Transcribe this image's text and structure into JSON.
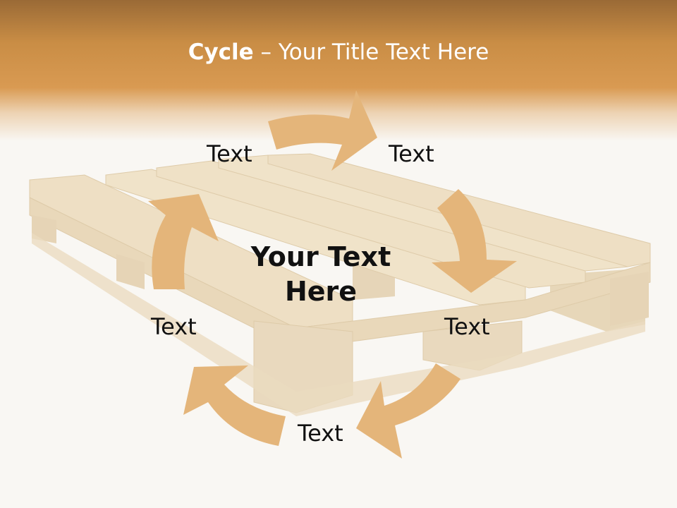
{
  "slide": {
    "title_bold": "Cycle",
    "title_rest": " – Your Title Text Here",
    "center_text": "Your Text Here",
    "steps": [
      "Text",
      "Text",
      "Text",
      "Text",
      "Text"
    ]
  },
  "colors": {
    "header": "#d99a52",
    "arrow": "#e4b57a",
    "wood": "#e8d2a8",
    "background": "#f9f7f3"
  },
  "icons": {
    "background_image": "wooden-pallet",
    "cycle_arrows": "curved-arrow"
  }
}
